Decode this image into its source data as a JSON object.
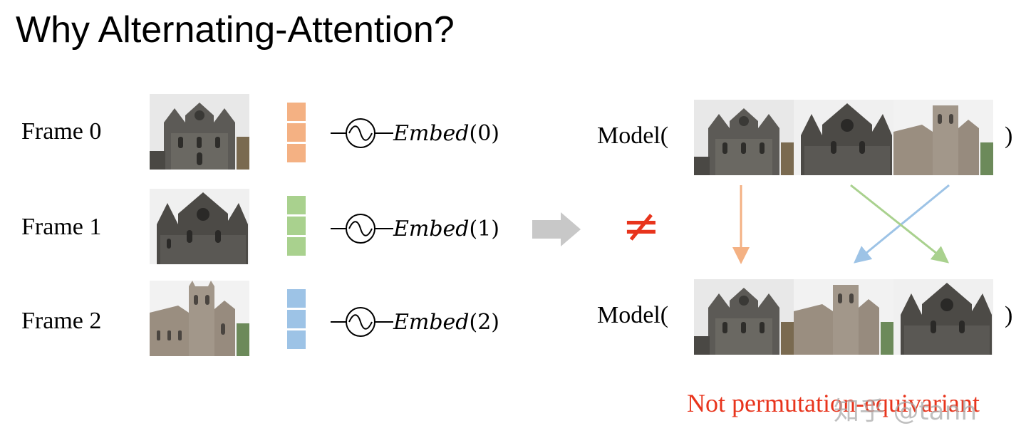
{
  "title": "Why Alternating-Attention?",
  "frames": [
    {
      "label": "Frame 0",
      "embed_fn": "Embed",
      "embed_arg": "(0)",
      "token_color": "#f4b183",
      "image": "church-front-icon"
    },
    {
      "label": "Frame 1",
      "embed_fn": "Embed",
      "embed_arg": "(1)",
      "token_color": "#a9d18e",
      "image": "church-gable-icon"
    },
    {
      "label": "Frame 2",
      "embed_fn": "Embed",
      "embed_arg": "(2)",
      "token_color": "#9dc3e6",
      "image": "cathedral-side-icon"
    }
  ],
  "model": {
    "label": "Model(",
    "close": ")",
    "top_order": [
      "church-front-icon",
      "church-gable-icon",
      "cathedral-side-icon"
    ],
    "bottom_order": [
      "church-front-icon",
      "cathedral-side-icon",
      "church-gable-icon"
    ]
  },
  "not_equal_symbol": "≠",
  "caption": "Not permutation-equivariant",
  "watermark": "知乎 @tanh",
  "colors": {
    "orange": "#f4b183",
    "green": "#a9d18e",
    "blue": "#9dc3e6",
    "red": "#e8341c",
    "gray_arrow": "#c8c8c8"
  }
}
